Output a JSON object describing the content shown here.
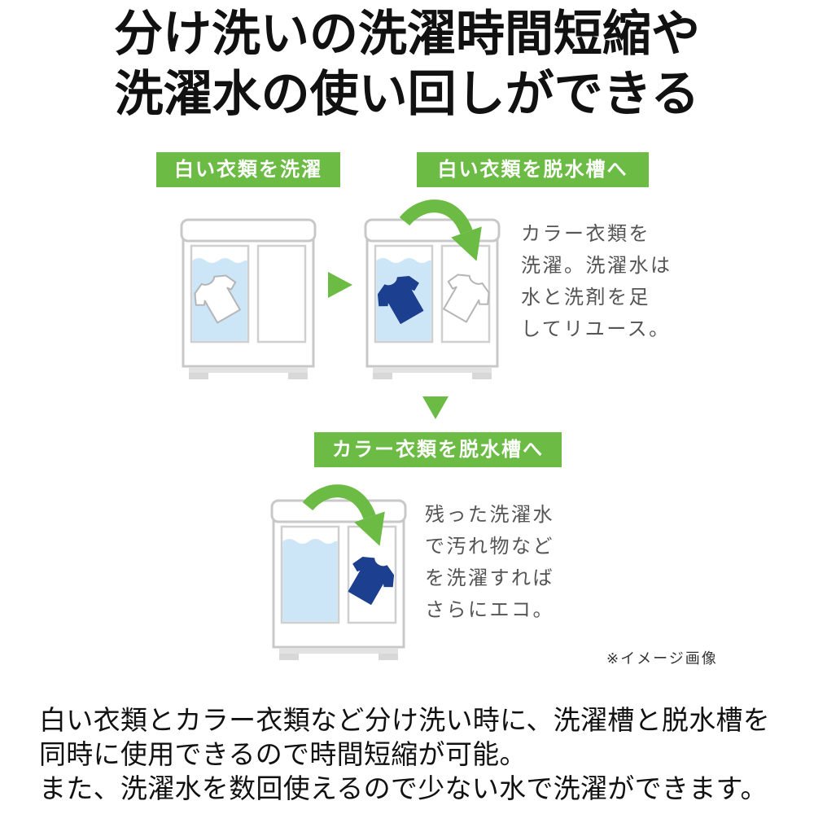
{
  "title": {
    "line1": "分け洗いの洗濯時間短縮や",
    "line2": "洗濯水の使い回しができる"
  },
  "steps": [
    {
      "label": "白い衣類を洗濯"
    },
    {
      "label": "白い衣類を脱水槽へ",
      "note_lines": [
        "カラー衣類を",
        "洗濯。洗濯水は",
        "水と洗剤を足",
        "してリユース。"
      ]
    },
    {
      "label": "カラー衣類を脱水槽へ",
      "note_lines": [
        "残った洗濯水",
        "で汚れ物など",
        "を洗濯すれば",
        "さらにエコ。"
      ]
    }
  ],
  "image_note": "※イメージ画像",
  "description_lines": [
    "白い衣類とカラー衣類など分け洗い時に、洗濯槽と脱水槽を",
    "同時に使用できるので時間短縮が可能。",
    "また、洗濯水を数回使えるので少ない水で洗濯ができます。"
  ],
  "icons": [
    "washing-machine-icon",
    "shirt-icon",
    "curved-arrow-icon",
    "triangle-arrow-right-icon",
    "triangle-arrow-down-icon"
  ],
  "colors": {
    "accent_green": "#6cbb45",
    "water_blue": "#cde6f7",
    "navy_shirt": "#1c3f8f",
    "machine_outline": "#c8c8c8",
    "heading_text": "#111111",
    "note_text": "#555555"
  }
}
